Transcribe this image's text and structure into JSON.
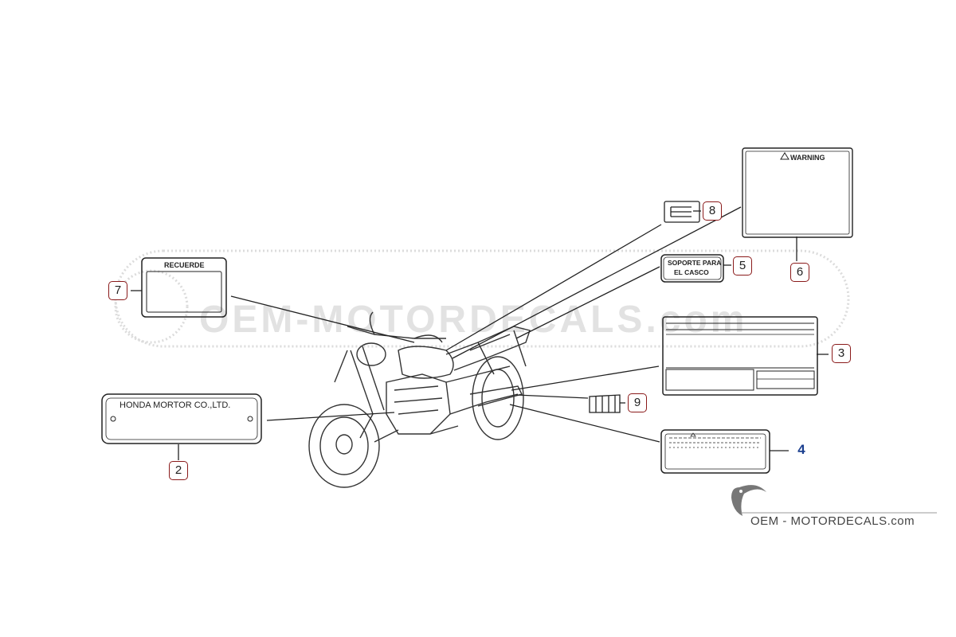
{
  "watermark": {
    "text": "OEM-MOTORDECALS.com"
  },
  "decals": {
    "warning_label": {
      "text": "WARNING"
    },
    "recuerde_label": {
      "text": "RECUERDE"
    },
    "soporte_label": {
      "line1": "SOPORTE PARA",
      "line2": "EL CASCO"
    },
    "honda_plate": {
      "text": "HONDA MORTOR CO.,LTD."
    }
  },
  "callouts": {
    "c2": "2",
    "c3": "3",
    "c4": "4",
    "c5": "5",
    "c6": "6",
    "c7": "7",
    "c8": "8",
    "c9": "9"
  },
  "logo": {
    "text": "OEM - MOTORDECALS.com",
    "icon": "toucan-icon"
  },
  "colors": {
    "callout_border": "#8a1a1a",
    "callout_blue": "#1b3f8f",
    "line": "#222222"
  }
}
